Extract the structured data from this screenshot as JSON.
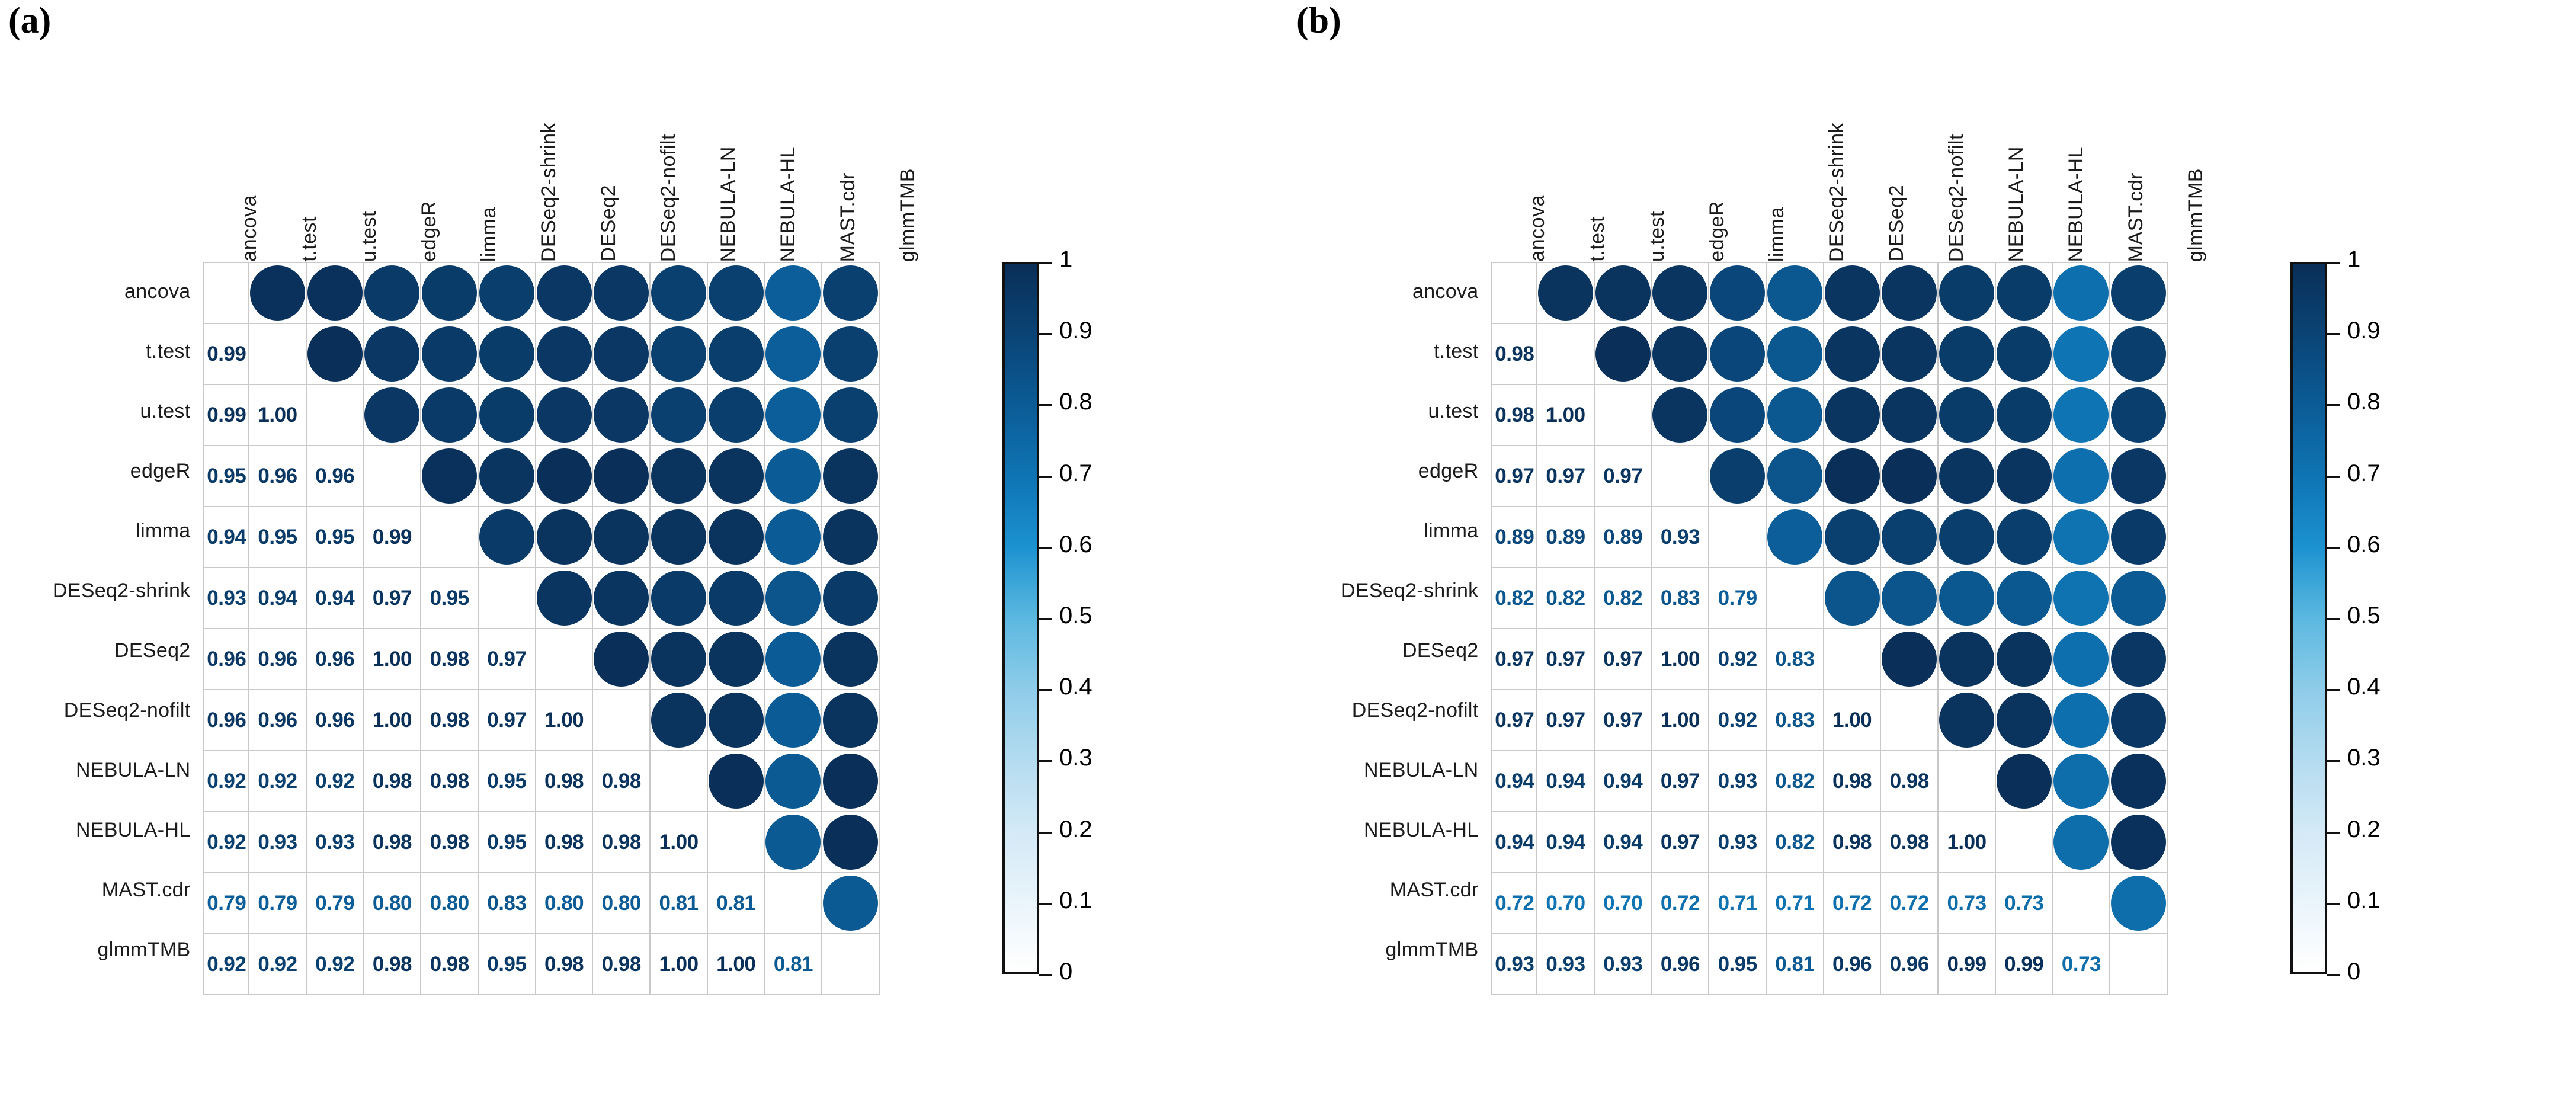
{
  "figure": {
    "panels": [
      {
        "tag": "(a)",
        "methods": [
          "ancova",
          "t.test",
          "u.test",
          "edgeR",
          "limma",
          "DESeq2-shrink",
          "DESeq2",
          "DESeq2-nofilt",
          "NEBULA-LN",
          "NEBULA-HL",
          "MAST.cdr",
          "glmmTMB"
        ]
      },
      {
        "tag": "(b)",
        "methods": [
          "ancova",
          "t.test",
          "u.test",
          "edgeR",
          "limma",
          "DESeq2-shrink",
          "DESeq2",
          "DESeq2-nofilt",
          "NEBULA-LN",
          "NEBULA-HL",
          "MAST.cdr",
          "glmmTMB"
        ]
      }
    ]
  },
  "colorbar": {
    "ticks": [
      "1",
      "0.9",
      "0.8",
      "0.7",
      "0.6",
      "0.5",
      "0.4",
      "0.3",
      "0.2",
      "0.1",
      "0"
    ],
    "min": 0,
    "max": 1,
    "low_color": "#ffffff",
    "mid_color": "#2e9bd6",
    "high_color": "#0a2f58"
  },
  "chart_data": [
    {
      "type": "heatmap",
      "title": "(a)",
      "subtitle": "",
      "xlabel": "",
      "ylabel": "",
      "legend_position": "right",
      "grid": true,
      "zlim": [
        0,
        1
      ],
      "upper_triangle": "circles",
      "lower_triangle": "numbers",
      "categories": [
        "ancova",
        "t.test",
        "u.test",
        "edgeR",
        "limma",
        "DESeq2-shrink",
        "DESeq2",
        "DESeq2-nofilt",
        "NEBULA-LN",
        "NEBULA-HL",
        "MAST.cdr",
        "glmmTMB"
      ],
      "matrix": [
        [
          null,
          0.99,
          0.99,
          0.95,
          0.94,
          0.93,
          0.96,
          0.96,
          0.92,
          0.92,
          0.79,
          0.92
        ],
        [
          0.99,
          null,
          1.0,
          0.96,
          0.95,
          0.94,
          0.96,
          0.96,
          0.92,
          0.93,
          0.79,
          0.92
        ],
        [
          0.99,
          1.0,
          null,
          0.96,
          0.95,
          0.94,
          0.96,
          0.96,
          0.92,
          0.93,
          0.79,
          0.92
        ],
        [
          0.95,
          0.96,
          0.96,
          null,
          0.99,
          0.97,
          1.0,
          1.0,
          0.98,
          0.98,
          0.8,
          0.98
        ],
        [
          0.94,
          0.95,
          0.95,
          0.99,
          null,
          0.95,
          0.98,
          0.98,
          0.98,
          0.98,
          0.8,
          0.98
        ],
        [
          0.93,
          0.94,
          0.94,
          0.97,
          0.95,
          null,
          0.97,
          0.97,
          0.95,
          0.95,
          0.83,
          0.95
        ],
        [
          0.96,
          0.96,
          0.96,
          1.0,
          0.98,
          0.97,
          null,
          1.0,
          0.98,
          0.98,
          0.8,
          0.98
        ],
        [
          0.96,
          0.96,
          0.96,
          1.0,
          0.98,
          0.97,
          1.0,
          null,
          0.98,
          0.98,
          0.8,
          0.98
        ],
        [
          0.92,
          0.92,
          0.92,
          0.98,
          0.98,
          0.95,
          0.98,
          0.98,
          null,
          1.0,
          0.81,
          1.0
        ],
        [
          0.92,
          0.93,
          0.93,
          0.98,
          0.98,
          0.95,
          0.98,
          0.98,
          1.0,
          null,
          0.81,
          1.0
        ],
        [
          0.79,
          0.79,
          0.79,
          0.8,
          0.8,
          0.83,
          0.8,
          0.8,
          0.81,
          0.81,
          null,
          0.81
        ],
        [
          0.92,
          0.92,
          0.92,
          0.98,
          0.98,
          0.95,
          0.98,
          0.98,
          1.0,
          1.0,
          0.81,
          null
        ]
      ]
    },
    {
      "type": "heatmap",
      "title": "(b)",
      "subtitle": "",
      "xlabel": "",
      "ylabel": "",
      "legend_position": "right",
      "grid": true,
      "zlim": [
        0,
        1
      ],
      "upper_triangle": "circles",
      "lower_triangle": "numbers",
      "categories": [
        "ancova",
        "t.test",
        "u.test",
        "edgeR",
        "limma",
        "DESeq2-shrink",
        "DESeq2",
        "DESeq2-nofilt",
        "NEBULA-LN",
        "NEBULA-HL",
        "MAST.cdr",
        "glmmTMB"
      ],
      "matrix": [
        [
          null,
          0.98,
          0.98,
          0.97,
          0.89,
          0.82,
          0.97,
          0.97,
          0.94,
          0.94,
          0.72,
          0.93
        ],
        [
          0.98,
          null,
          1.0,
          0.97,
          0.89,
          0.82,
          0.97,
          0.97,
          0.94,
          0.94,
          0.7,
          0.93
        ],
        [
          0.98,
          1.0,
          null,
          0.97,
          0.89,
          0.82,
          0.97,
          0.97,
          0.94,
          0.94,
          0.7,
          0.93
        ],
        [
          0.97,
          0.97,
          0.97,
          null,
          0.93,
          0.83,
          1.0,
          1.0,
          0.97,
          0.97,
          0.72,
          0.96
        ],
        [
          0.89,
          0.89,
          0.89,
          0.93,
          null,
          0.79,
          0.92,
          0.92,
          0.93,
          0.93,
          0.71,
          0.95
        ],
        [
          0.82,
          0.82,
          0.82,
          0.83,
          0.79,
          null,
          0.83,
          0.83,
          0.82,
          0.82,
          0.71,
          0.81
        ],
        [
          0.97,
          0.97,
          0.97,
          1.0,
          0.92,
          0.83,
          null,
          1.0,
          0.98,
          0.98,
          0.72,
          0.96
        ],
        [
          0.97,
          0.97,
          0.97,
          1.0,
          0.92,
          0.83,
          1.0,
          null,
          0.98,
          0.98,
          0.72,
          0.96
        ],
        [
          0.94,
          0.94,
          0.94,
          0.97,
          0.93,
          0.82,
          0.98,
          0.98,
          null,
          1.0,
          0.73,
          0.99
        ],
        [
          0.94,
          0.94,
          0.94,
          0.97,
          0.93,
          0.82,
          0.98,
          0.98,
          1.0,
          null,
          0.73,
          0.99
        ],
        [
          0.72,
          0.7,
          0.7,
          0.72,
          0.71,
          0.71,
          0.72,
          0.72,
          0.73,
          0.73,
          null,
          0.73
        ],
        [
          0.93,
          0.93,
          0.93,
          0.96,
          0.95,
          0.81,
          0.96,
          0.96,
          0.99,
          0.99,
          0.73,
          null
        ]
      ]
    }
  ]
}
